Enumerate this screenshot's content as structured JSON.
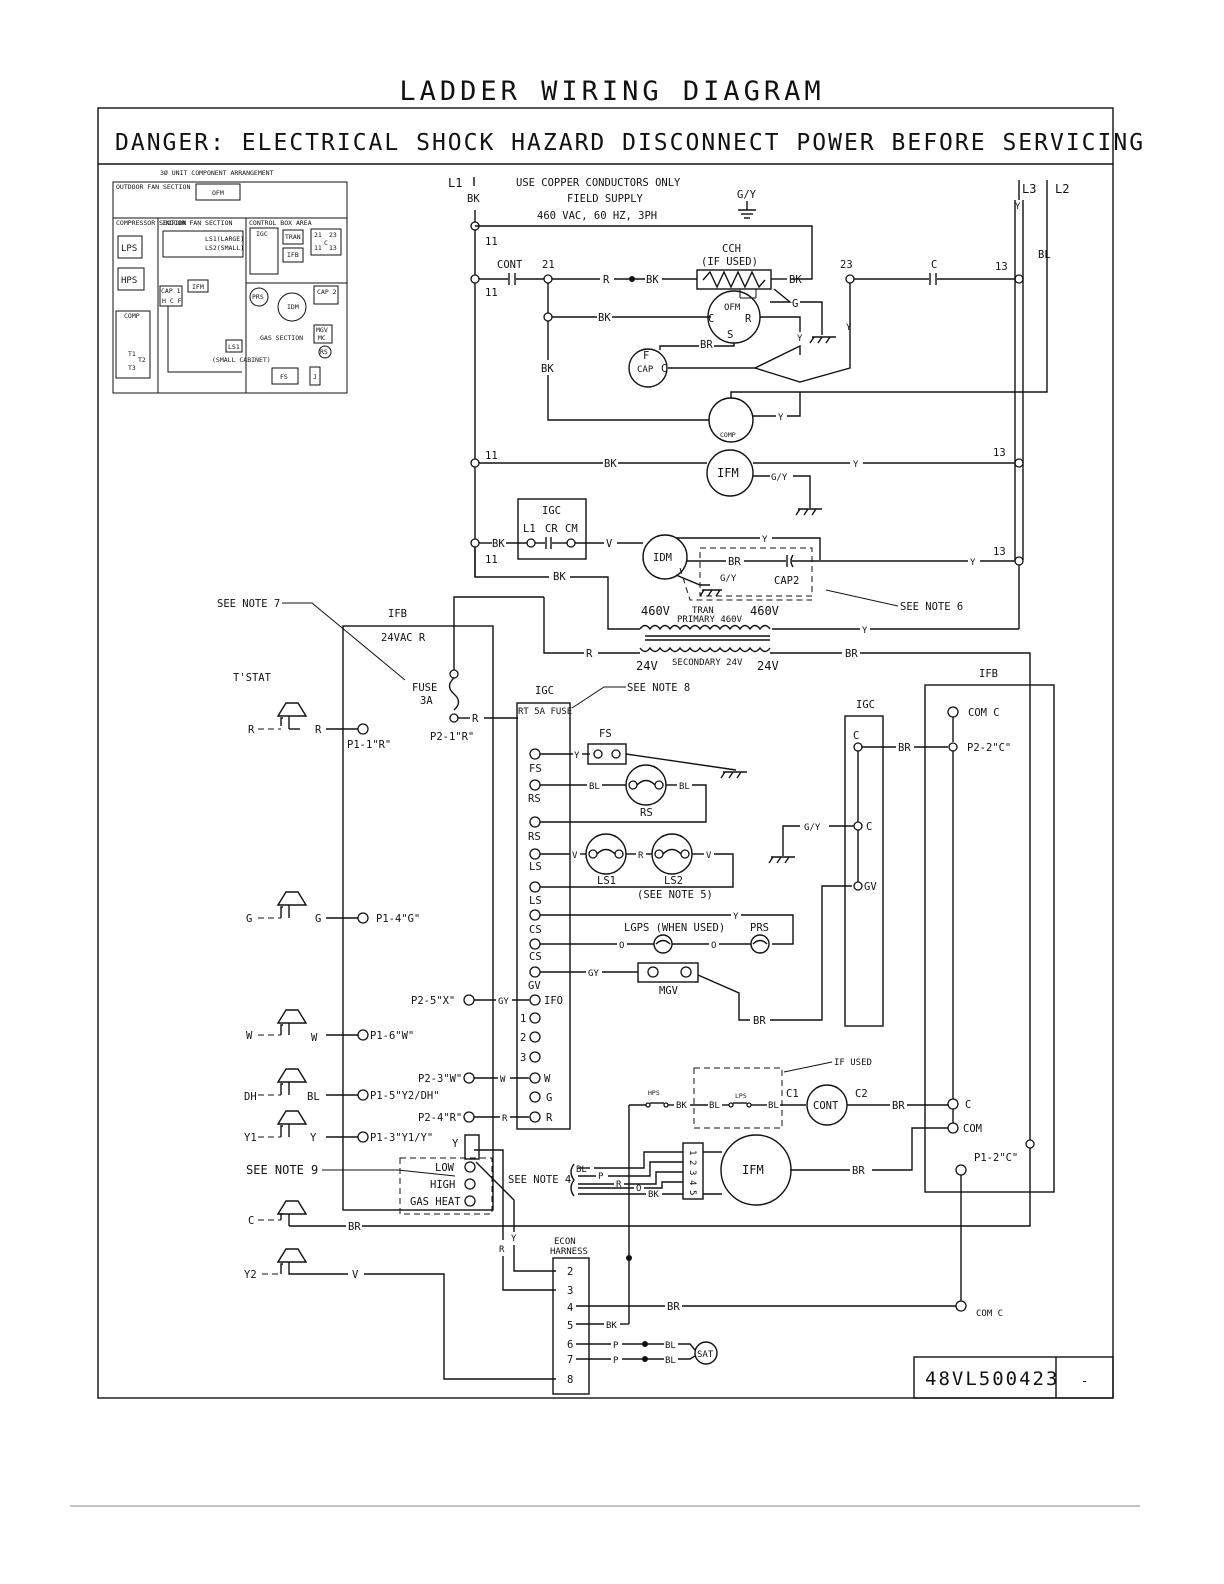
{
  "title": "LADDER WIRING DIAGRAM",
  "danger": "DANGER: ELECTRICAL SHOCK HAZARD DISCONNECT POWER BEFORE SERVICING",
  "part_number": "48VL500423",
  "revision": "-",
  "power": {
    "l1": "L1",
    "l2": "L2",
    "l3": "L3",
    "copper": "USE COPPER CONDUCTORS ONLY",
    "field": "FIELD SUPPLY",
    "rating": "460 VAC, 60 HZ, 3PH",
    "ground": "G/Y"
  },
  "arrangement": {
    "title": "3Ø UNIT COMPONENT ARRANGEMENT",
    "outdoor_fan": "OUTDOOR FAN SECTION",
    "ofm": "OFM",
    "compressor": "COMPRESSOR SECTION",
    "indoor_fan": "INDOOR FAN SECTION",
    "control_box": "CONTROL BOX AREA",
    "lps": "LPS",
    "hps": "HPS",
    "comp": "COMP",
    "t1": "T1",
    "t2": "T2",
    "t3": "T3",
    "ls_large": "LS1(LARGE)",
    "ls_small": "LS2(SMALL)",
    "cap1": "CAP 1",
    "hcf": "H C F",
    "ifm": "IFM",
    "ls1": "LS1",
    "small_cab": "(SMALL CABINET)",
    "igc": "IGC",
    "tran": "TRAN",
    "ifb": "IFB",
    "t21": "21",
    "t23": "23",
    "t11": "11",
    "t13": "13",
    "c": "C",
    "prs": "PRS",
    "idm": "IDM",
    "cap2": "CAP 2",
    "gas": "GAS SECTION",
    "mgv": "MGV",
    "mc": "MC",
    "rs": "RS",
    "fs": "FS",
    "j": "J"
  },
  "labels": {
    "cont": "CONT",
    "cch": "CCH",
    "if_used": "(IF USED)",
    "ofm": "OFM",
    "cap": "CAP",
    "f": "F",
    "c": "C",
    "r": "R",
    "s": "S",
    "comp": "COMP",
    "ifm": "IFM",
    "igc": "IGC",
    "cr": "CR",
    "cm": "CM",
    "l1": "L1",
    "idm": "IDM",
    "cap2": "CAP2",
    "tran": "TRAN",
    "primary": "PRIMARY 460V",
    "secondary": "SECONDARY 24V",
    "v460": "460V",
    "v24": "24V",
    "ifb": "IFB",
    "v24ac": "24VAC R",
    "fuse": "FUSE",
    "fuse3a": "3A",
    "tstat": "T'STAT",
    "see7": "SEE NOTE 7",
    "see6": "SEE NOTE 6",
    "see8": "SEE NOTE 8",
    "see5": "(SEE NOTE 5)",
    "see4": "SEE NOTE 4",
    "see9": "SEE NOTE 9",
    "rt5a": "RT  5A FUSE",
    "fs": "FS",
    "rs": "RS",
    "ls": "LS",
    "ls1": "LS1",
    "ls2": "LS2",
    "cs": "CS",
    "gv": "GV",
    "ifo": "IFO",
    "w": "W",
    "g": "G",
    "lgps": "LGPS (WHEN USED)",
    "prs": "PRS",
    "mgv": "MGV",
    "com_c": "COM C",
    "p22c": "P2-2\"C\"",
    "com": "COM",
    "p12c": "P1-2\"C\"",
    "hps": "HPS",
    "lps": "LPS",
    "c1": "C1",
    "c2": "C2",
    "low": "LOW",
    "high": "HIGH",
    "gasheat": "GAS HEAT",
    "econ": "ECON",
    "harness": "HARNESS",
    "sat": "SAT",
    "p11r": "P1-1\"R\"",
    "p21r": "P2-1\"R\"",
    "p14g": "P1-4\"G\"",
    "p25x": "P2-5\"X\"",
    "p16w": "P1-6\"W\"",
    "p23w": "P2-3\"W\"",
    "p15": "P1-5\"Y2/DH\"",
    "p24r": "P2-4\"R\"",
    "p13": "P1-3\"Y1/Y\"",
    "wire_r": "R",
    "wire_g": "G",
    "wire_w": "W",
    "wire_y": "Y",
    "wire_c": "C",
    "dh": "DH",
    "y1": "Y1",
    "y2": "Y2",
    "bk": "BK",
    "bl": "BL",
    "br": "BR",
    "gy": "GY",
    "gy2": "G/Y",
    "v": "V",
    "o": "O",
    "p": "P",
    "n11": "11",
    "n13": "13",
    "n21": "21",
    "n23": "23",
    "n1": "1",
    "n2": "2",
    "n3": "3",
    "n4": "4",
    "n5": "5",
    "n6": "6",
    "n7": "7",
    "n8": "8"
  }
}
